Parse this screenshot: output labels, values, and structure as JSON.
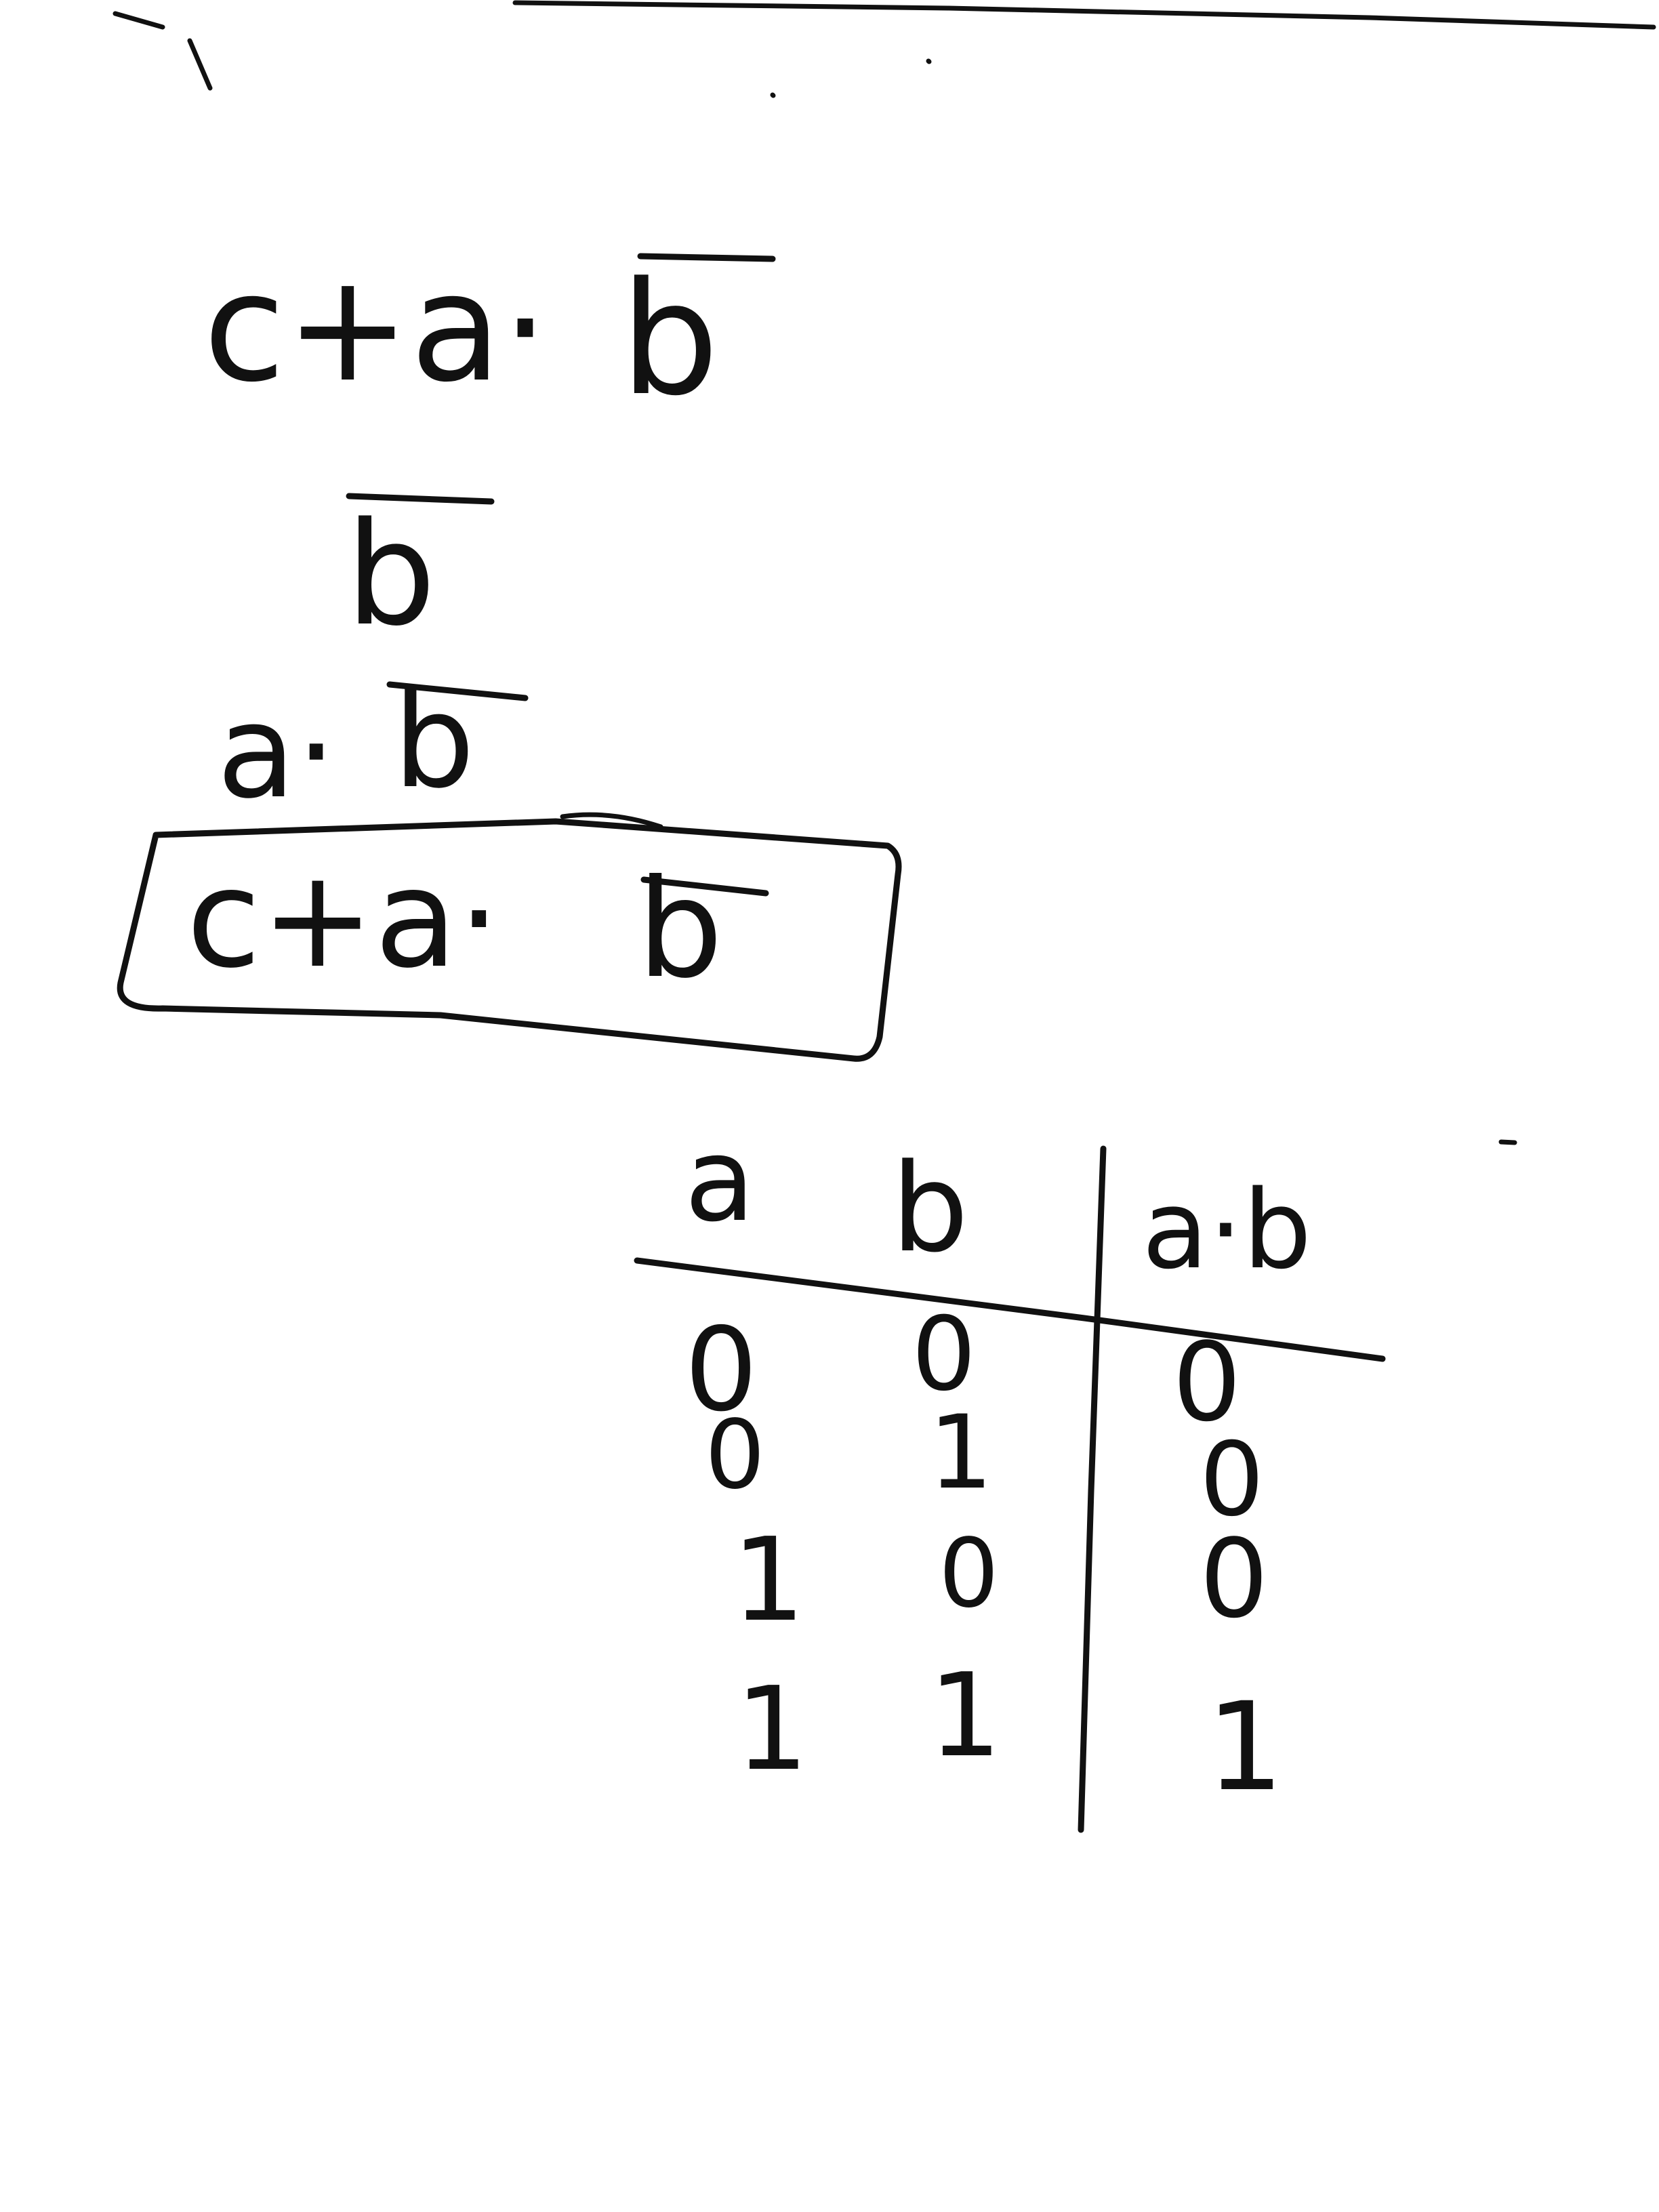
{
  "expressions": [
    {
      "base": "c+a·",
      "overlined": "b"
    },
    {
      "base": "",
      "overlined": "b"
    },
    {
      "base": "a·",
      "overlined": "b"
    },
    {
      "base": "c+a·",
      "overlined": "b",
      "boxed": true
    }
  ],
  "truth_table": {
    "headers": [
      "a",
      "b",
      "a·b"
    ],
    "rows": [
      [
        "0",
        "0",
        "0"
      ],
      [
        "0",
        "1",
        "0"
      ],
      [
        "1",
        "0",
        "0"
      ],
      [
        "1",
        "1",
        "1"
      ]
    ]
  },
  "colors": {
    "ink": "#111111",
    "paper": "#ffffff"
  }
}
